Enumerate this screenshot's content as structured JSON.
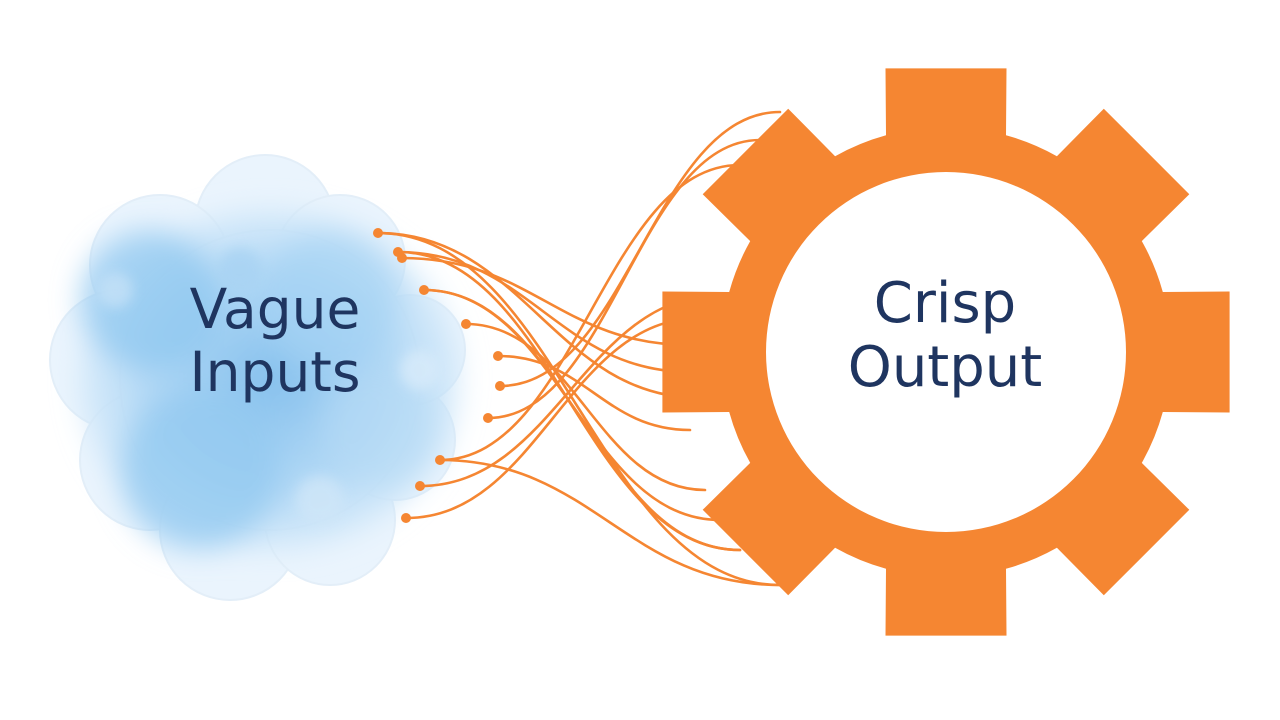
{
  "colors": {
    "accent": "#F58632",
    "text": "#1F3560",
    "cloud": "#8EC6EE",
    "background": "#FFFFFF"
  },
  "cloud": {
    "icon": "cloud-icon",
    "line1": "Vague",
    "line2": "Inputs"
  },
  "gear": {
    "icon": "gear-icon",
    "line1": "Crisp",
    "line2": "Output"
  },
  "connectors": {
    "count": 11
  }
}
